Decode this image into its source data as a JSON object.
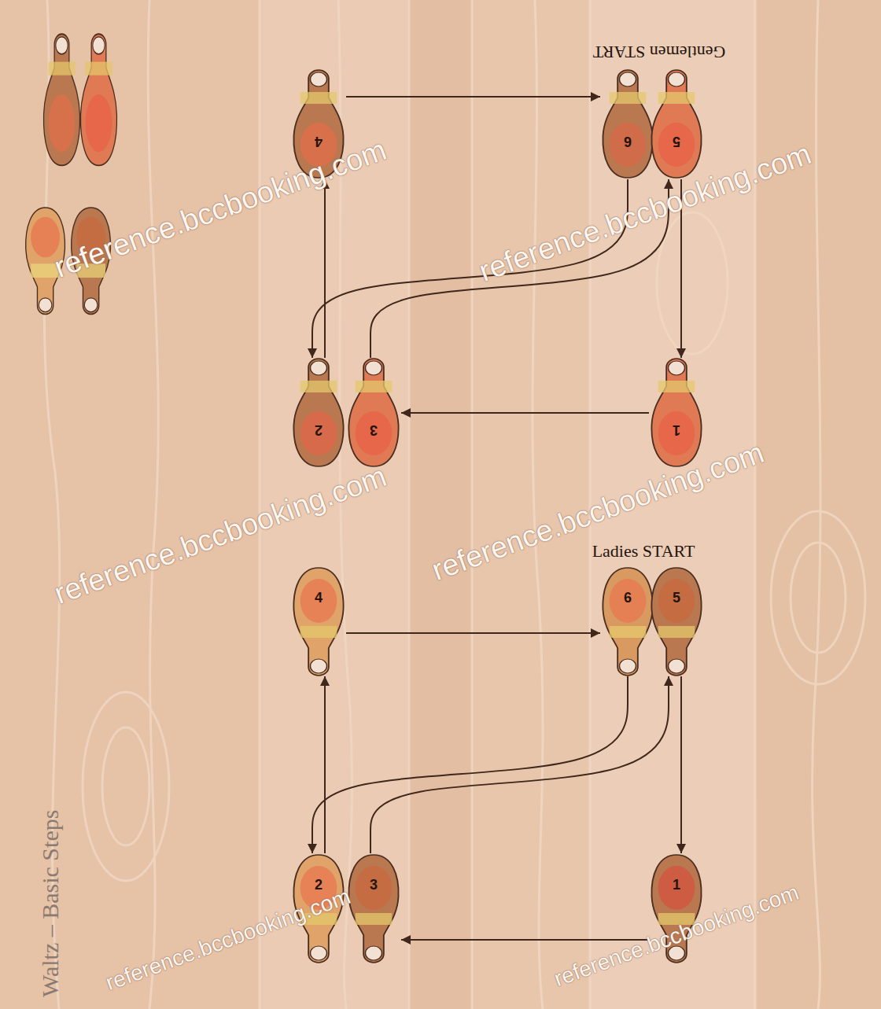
{
  "diagram": {
    "title": "Waltz – Basic Steps",
    "nodes": [
      {
        "text": [
          "4"
        ]
      },
      {
        "text": [
          "6"
        ]
      },
      {
        "text": [
          "5"
        ]
      },
      {
        "text": [
          "2"
        ]
      },
      {
        "text": [
          "3"
        ]
      },
      {
        "text": [
          "1"
        ]
      },
      {
        "text": [
          "4"
        ]
      },
      {
        "text": [
          "6"
        ]
      },
      {
        "text": [
          "5"
        ]
      },
      {
        "text": [
          "2"
        ]
      },
      {
        "text": [
          "3"
        ]
      },
      {
        "text": [
          "1"
        ]
      }
    ],
    "edges": [
      {
        "from": 2,
        "to": 5,
        "arrow": "to"
      },
      {
        "from": 5,
        "to": 4,
        "arrow": "to"
      },
      {
        "from": 3,
        "to": 0,
        "arrow": "to"
      },
      {
        "from": 0,
        "to": 1,
        "arrow": "to"
      },
      {
        "from": 1,
        "to": 3,
        "arrow": "to"
      },
      {
        "from": 4,
        "to": 2,
        "arrow": "to"
      },
      {
        "from": 8,
        "to": 11,
        "arrow": "to"
      },
      {
        "from": 11,
        "to": 10,
        "arrow": "to"
      },
      {
        "from": 9,
        "to": 6,
        "arrow": "to"
      },
      {
        "from": 6,
        "to": 7,
        "arrow": "to"
      },
      {
        "from": 7,
        "to": 9,
        "arrow": "to"
      },
      {
        "from": 10,
        "to": 8,
        "arrow": "to"
      }
    ],
    "labels": [
      "Gentlemen START",
      "Ladies START",
      "reference.bccbooking.com",
      "reference.bccbooking.com",
      "reference.bccbooking.com",
      "reference.bccbooking.com",
      "reference.bccbooking.com",
      "reference.bccbooking.com"
    ]
  }
}
